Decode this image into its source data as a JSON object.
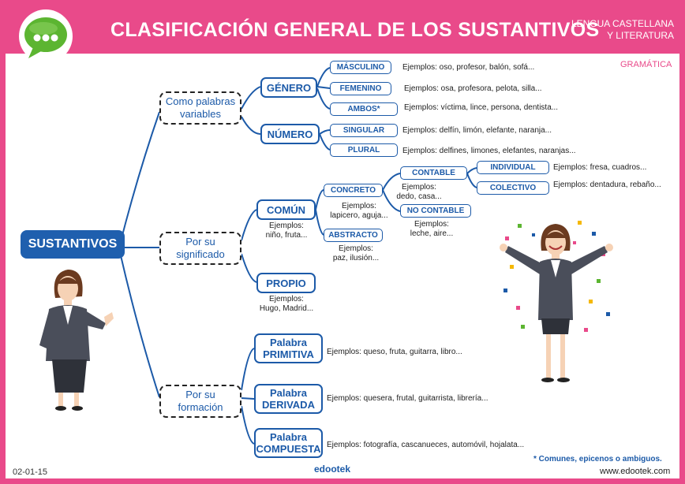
{
  "header": {
    "title": "CLASIFICACIÓN GENERAL DE LOS SUSTANTIVOS",
    "subject_line1": "LENGUA CASTELLANA",
    "subject_line2": "Y LITERATURA",
    "section": "GRAMÁTICA"
  },
  "nodes": {
    "root": "SUSTANTIVOS",
    "variables": [
      "Como palabras",
      "variables"
    ],
    "significado": [
      "Por su",
      "significado"
    ],
    "formacion": [
      "Por su",
      "formación"
    ],
    "genero": "GÉNERO",
    "numero": "NÚMERO",
    "masculino": "MÁSCULINO",
    "femenino": "FEMENINO",
    "ambos": "AMBOS*",
    "singular": "SINGULAR",
    "plural": "PLURAL",
    "comun": "COMÚN",
    "propio": "PROPIO",
    "concreto": "CONCRETO",
    "abstracto": "ABSTRACTO",
    "contable": "CONTABLE",
    "no_contable": "NO CONTABLE",
    "individual": "INDIVIDUAL",
    "colectivo": "COLECTIVO",
    "primitiva": [
      "Palabra",
      "PRIMITIVA"
    ],
    "derivada": [
      "Palabra",
      "DERIVADA"
    ],
    "compuesta": [
      "Palabra",
      "COMPUESTA"
    ]
  },
  "examples": {
    "masculino": "Ejemplos: oso, profesor, balón, sofá...",
    "femenino": "Ejemplos: osa, profesora, pelota, silla...",
    "ambos": "Ejemplos: víctima, lince, persona, dentista...",
    "singular": "Ejemplos:  delfín, limón, elefante, naranja...",
    "plural": "Ejemplos:  delfines, limones, elefantes, naranjas...",
    "individual": "Ejemplos: fresa, cuadros...",
    "colectivo": "Ejemplos: dentadura, rebaño...",
    "contable": [
      "Ejemplos:",
      "dedo, casa..."
    ],
    "no_contable": [
      "Ejemplos:",
      "leche, aire..."
    ],
    "concreto": [
      "Ejemplos:",
      "lapicero, aguja..."
    ],
    "abstracto": [
      "Ejemplos:",
      "paz, ilusión..."
    ],
    "comun": [
      "Ejemplos:",
      "niño, fruta..."
    ],
    "propio": [
      "Ejemplos:",
      "Hugo, Madrid..."
    ],
    "primitiva": "Ejemplos: queso, fruta, guitarra, libro...",
    "derivada": "Ejemplos: quesera, frutal, guitarrista, librería...",
    "compuesta": "Ejemplos: fotografía, cascanueces, automóvil, hojalata..."
  },
  "footer": {
    "date": "02-01-15",
    "note": "* Comunes, epicenos o ambiguos.",
    "website": "www.edootek.com",
    "brand": "edootek"
  },
  "colors": {
    "accent": "#e94a8a",
    "blue": "#1c5aa8",
    "logo_green": "#5cb531"
  }
}
